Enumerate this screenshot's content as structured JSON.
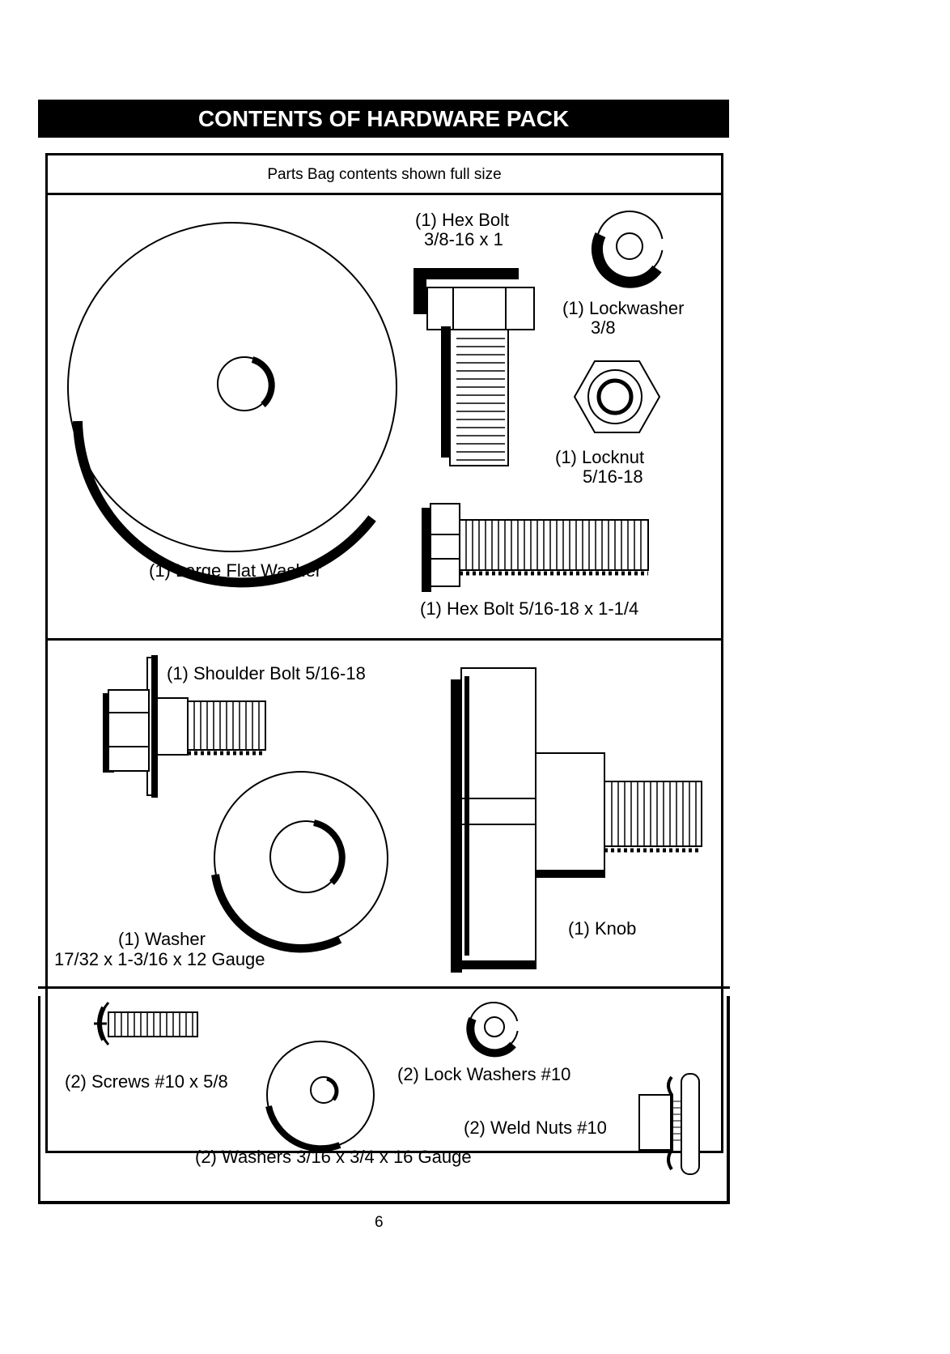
{
  "header": {
    "title": "CONTENTS OF HARDWARE PACK"
  },
  "subheader": {
    "text": "Parts Bag contents shown full size"
  },
  "section1": {
    "hex_bolt_3_8": {
      "label": "(1) Hex Bolt",
      "size": "3/8-16 x 1"
    },
    "lockwasher": {
      "label": "(1) Lockwasher",
      "size": "3/8"
    },
    "locknut": {
      "label": "(1) Locknut",
      "size": "5/16-18"
    },
    "large_flat_washer": {
      "label": "(1) Large Flat Washer"
    },
    "hex_bolt_5_16": {
      "label": "(1) Hex Bolt  5/16-18 x 1-1/4"
    }
  },
  "section2": {
    "shoulder_bolt": {
      "label": "(1) Shoulder Bolt  5/16-18"
    },
    "washer": {
      "label": "(1) Washer",
      "size": "17/32 x 1-3/16 x 12 Gauge"
    },
    "knob": {
      "label": "(1) Knob"
    }
  },
  "section3": {
    "screws": {
      "label": "(2) Screws  #10 x 5/8"
    },
    "lock_washers": {
      "label": "(2) Lock Washers  #10"
    },
    "weld_nuts": {
      "label": "(2) Weld Nuts  #10"
    },
    "washers": {
      "label": "(2) Washers  3/16 x 3/4 x 16 Gauge"
    }
  },
  "footer": {
    "page_number": "6"
  }
}
